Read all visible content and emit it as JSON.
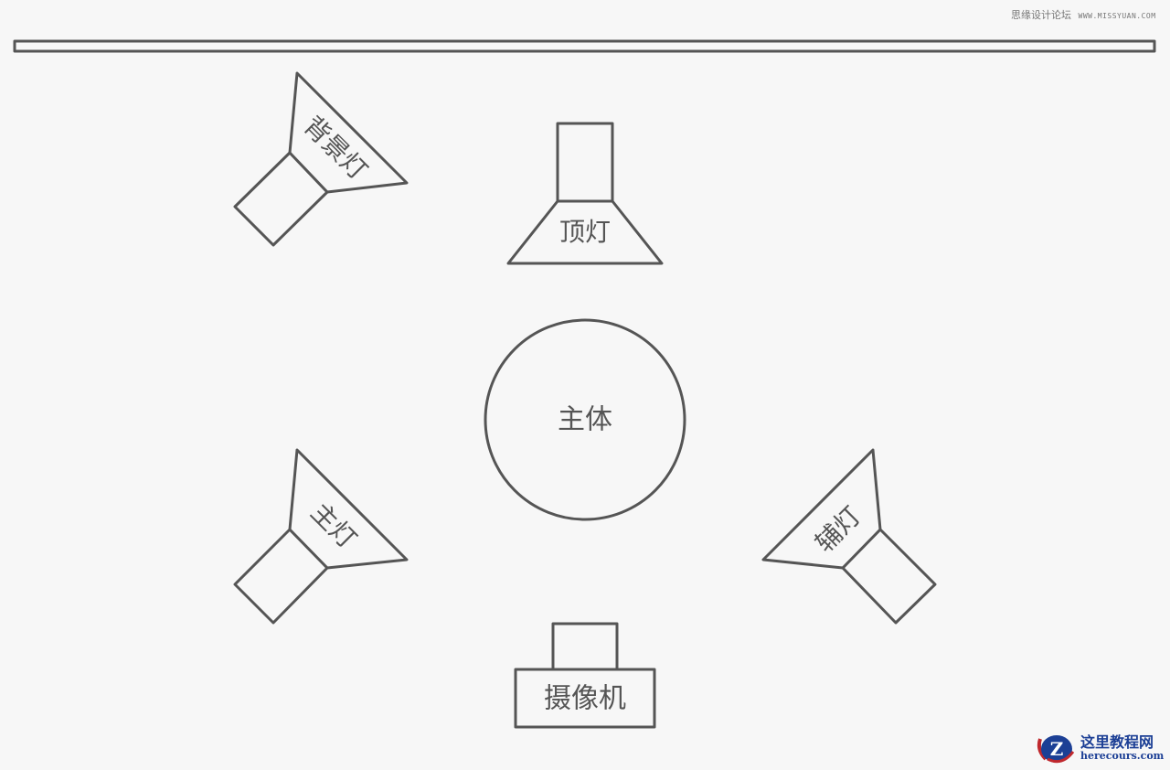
{
  "diagram": {
    "type": "studio-lighting-layout",
    "colors": {
      "background": "#f7f7f7",
      "stroke": "#555555",
      "text": "#555555"
    },
    "top_bar": {
      "name": "backdrop"
    },
    "labels": {
      "background_light": "背景灯",
      "top_light": "顶灯",
      "subject": "主体",
      "key_light": "主灯",
      "fill_light": "辅灯",
      "camera": "摄像机"
    }
  },
  "watermarks": {
    "top": {
      "cn": "思缘设计论坛",
      "site": "WWW.MISSYUAN.COM"
    },
    "bottom": {
      "cn": "这里教程网",
      "site": "herecours.com",
      "logo_letter": "Z"
    }
  }
}
